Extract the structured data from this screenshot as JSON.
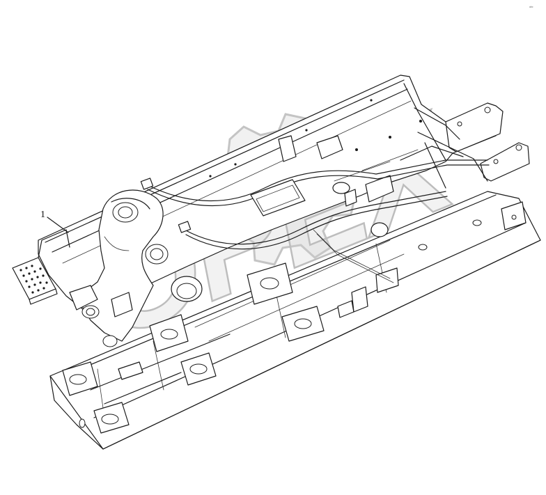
{
  "callouts": [
    {
      "label": "1"
    }
  ],
  "watermark": {
    "text": "OPEX",
    "color": "#c8c8c8"
  },
  "corner_mark": {
    "text": "ᵃᵇᶜ"
  },
  "colors": {
    "line": "#1a1a1a",
    "background": "#ffffff",
    "watermark": "#c8c8c8"
  }
}
